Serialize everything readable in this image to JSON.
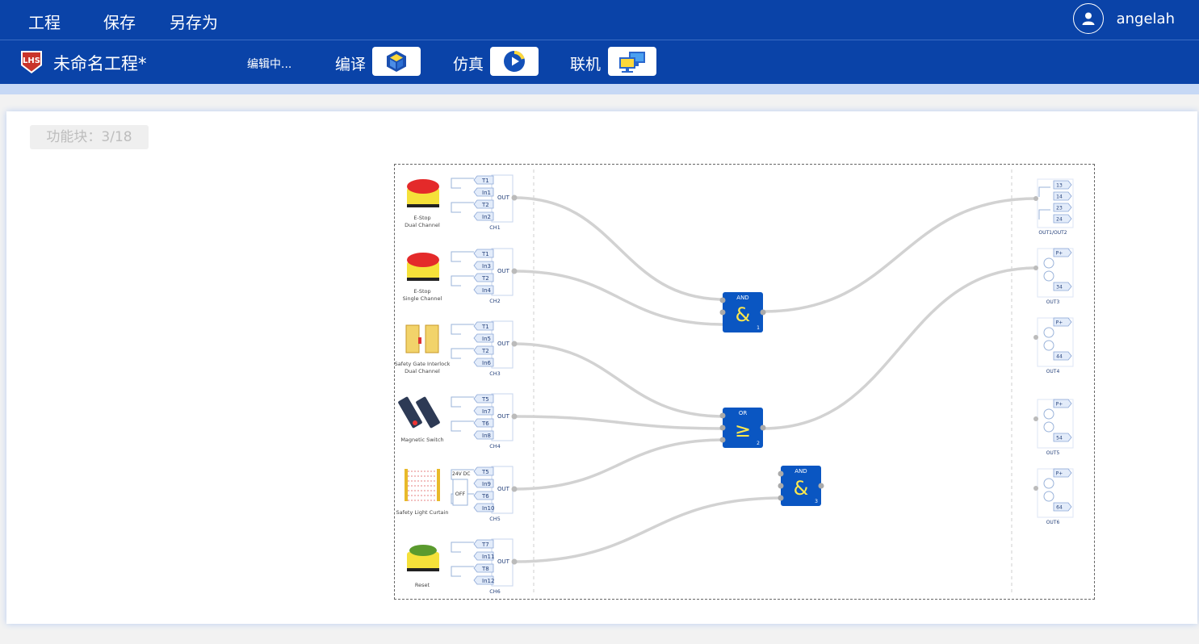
{
  "menu": {
    "project": "工程",
    "save": "保存",
    "save_as": "另存为"
  },
  "user": {
    "name": "angelah"
  },
  "toolbar": {
    "logo_text": "LHS",
    "project_title": "未命名工程*",
    "status": "编辑中...",
    "compile_label": "编译",
    "simulate_label": "仿真",
    "online_label": "联机"
  },
  "panel": {
    "block_count": "功能块：3/18"
  },
  "inputs": [
    {
      "channel": "CH1",
      "name_lines": [
        "E-Stop",
        "Dual Channel"
      ],
      "pins": [
        "T1",
        "In1",
        "T2",
        "In2"
      ],
      "out": "OUT"
    },
    {
      "channel": "CH2",
      "name_lines": [
        "E-Stop",
        "Single Channel"
      ],
      "pins": [
        "T1",
        "In3",
        "T2",
        "In4"
      ],
      "out": "OUT"
    },
    {
      "channel": "CH3",
      "name_lines": [
        "Safety Gate Interlock",
        "Dual Channel"
      ],
      "pins": [
        "T1",
        "In5",
        "T2",
        "In6"
      ],
      "out": "OUT"
    },
    {
      "channel": "CH4",
      "name_lines": [
        "Magnetic Switch"
      ],
      "pins": [
        "T5",
        "In7",
        "T6",
        "In8"
      ],
      "out": "OUT"
    },
    {
      "channel": "CH5",
      "name_lines": [
        "Safety Light Curtain"
      ],
      "pins": [
        "T5",
        "In9",
        "T6",
        "In10"
      ],
      "out": "OUT",
      "extra": [
        "24V DC",
        "OFF"
      ]
    },
    {
      "channel": "CH6",
      "name_lines": [
        "Reset"
      ],
      "pins": [
        "T7",
        "In11",
        "T8",
        "In12"
      ],
      "out": "OUT"
    }
  ],
  "logic_blocks": [
    {
      "id": "and-1",
      "type": "AND",
      "symbol": "&",
      "index": "1"
    },
    {
      "id": "or-2",
      "type": "OR",
      "symbol": "≥",
      "index": "2"
    },
    {
      "id": "and-3",
      "type": "AND",
      "symbol": "&",
      "index": "3"
    }
  ],
  "outputs": [
    {
      "label": "OUT1/OUT2",
      "pins": [
        "13",
        "14",
        "23",
        "24"
      ]
    },
    {
      "label": "OUT3",
      "pins": [
        "P+",
        "34"
      ]
    },
    {
      "label": "OUT4",
      "pins": [
        "P+",
        "44"
      ]
    },
    {
      "label": "OUT5",
      "pins": [
        "P+",
        "54"
      ]
    },
    {
      "label": "OUT6",
      "pins": [
        "P+",
        "64"
      ]
    }
  ],
  "colors": {
    "header": "#0a43a8",
    "block": "#0a56c2",
    "symbol": "#ffe94d",
    "wire": "#d2d2d2",
    "pin_fill": "#e3ecfa",
    "pin_stroke": "#8aa6d6"
  }
}
